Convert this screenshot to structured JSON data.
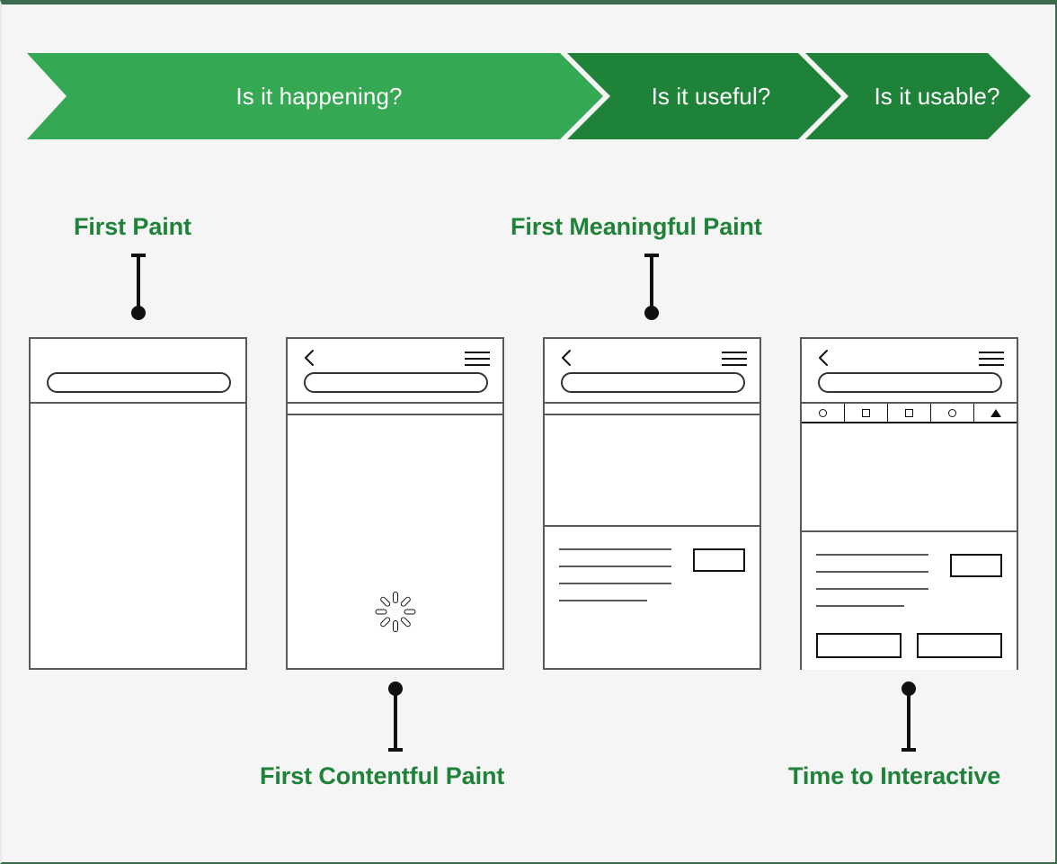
{
  "page": {
    "background_color": "#f5f5f5",
    "border_color": "#3a6b4a"
  },
  "banner": {
    "colors": {
      "phase_light": "#34a853",
      "phase_dark": "#1e8239"
    },
    "phases": [
      {
        "label": "Is it happening?",
        "color": "#34a853"
      },
      {
        "label": "Is it useful?",
        "color": "#1e8239"
      },
      {
        "label": "Is it usable?",
        "color": "#1e8239"
      }
    ]
  },
  "metrics": {
    "accent_color": "#1e8239",
    "items": [
      {
        "label": "First Paint",
        "position": "above",
        "phone": 1
      },
      {
        "label": "First Meaningful Paint",
        "position": "above",
        "phone": 3
      },
      {
        "label": "First Contentful Paint",
        "position": "below",
        "phone": 2
      },
      {
        "label": "Time to Interactive",
        "position": "below",
        "phone": 4
      }
    ]
  },
  "phones": [
    {
      "name": "first-paint-state",
      "has_back_icon": false,
      "has_hamburger_icon": false,
      "has_address_bar": true,
      "has_strip": false,
      "has_toolbar": false,
      "has_spinner": false,
      "has_content_block": false,
      "has_buttons": false
    },
    {
      "name": "first-contentful-paint-state",
      "has_back_icon": true,
      "has_hamburger_icon": true,
      "has_address_bar": true,
      "has_strip": true,
      "has_toolbar": false,
      "has_spinner": true,
      "has_content_block": false,
      "has_buttons": false
    },
    {
      "name": "first-meaningful-paint-state",
      "has_back_icon": true,
      "has_hamburger_icon": true,
      "has_address_bar": true,
      "has_strip": true,
      "has_toolbar": false,
      "has_spinner": false,
      "has_content_block": true,
      "has_buttons": false
    },
    {
      "name": "time-to-interactive-state",
      "has_back_icon": true,
      "has_hamburger_icon": true,
      "has_address_bar": true,
      "has_strip": false,
      "has_toolbar": true,
      "has_spinner": false,
      "has_content_block": true,
      "has_buttons": true
    }
  ],
  "toolbar": {
    "icons": [
      "circle-icon",
      "square-icon",
      "square-icon",
      "circle-icon",
      "triangle-icon"
    ]
  },
  "content_placeholder": {
    "line_count": 4,
    "short_line_index": 3,
    "image_box": "image-placeholder",
    "buttons": [
      "button-placeholder-left",
      "button-placeholder-right"
    ]
  }
}
